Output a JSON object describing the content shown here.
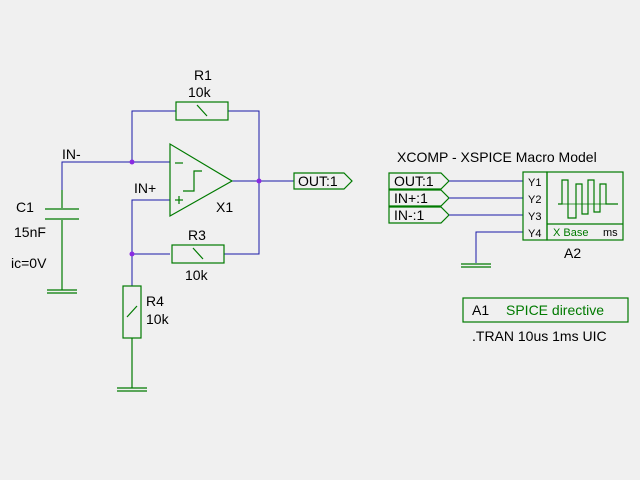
{
  "colors": {
    "background": "#f0f0f0",
    "wire": "#1a1aa8",
    "component": "#007a00",
    "junction": "#8a2be2",
    "text": "#000000"
  },
  "components": {
    "r1": {
      "name": "R1",
      "value": "10k"
    },
    "r3": {
      "name": "R3",
      "value": "10k"
    },
    "r4": {
      "name": "R4",
      "value": "10k"
    },
    "c1": {
      "name": "C1",
      "value": "15nF",
      "ic": "ic=0V"
    },
    "x1": {
      "name": "X1"
    },
    "a2": {
      "name": "A2",
      "title": "XCOMP - XSPICE Macro Model",
      "ports": [
        "Y1",
        "Y2",
        "Y3",
        "Y4"
      ],
      "x_label": "X Base",
      "unit_label": "ms"
    }
  },
  "nets": {
    "in_minus": "IN-",
    "in_plus": "IN+",
    "out_port": "OUT:1",
    "a2_inputs": [
      "OUT:1",
      "IN+:1",
      "IN-:1"
    ]
  },
  "directive": {
    "id": "A1",
    "label": "SPICE directive",
    "command": ".TRAN 10us 1ms UIC"
  }
}
